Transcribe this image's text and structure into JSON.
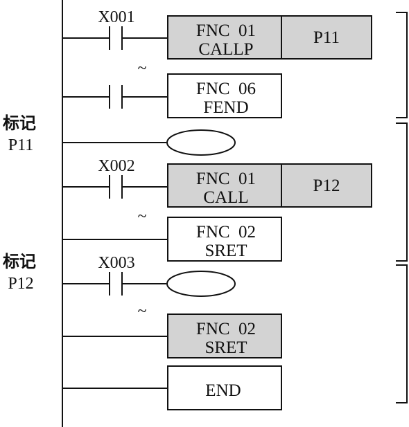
{
  "colors": {
    "line": "#111111",
    "shaded_fill": "#d3d3d3",
    "plain_fill": "#ffffff"
  },
  "labels": {
    "mark_p11": "标记",
    "p11": "P11",
    "mark_p12": "标记",
    "p12": "P12"
  },
  "contacts": {
    "x001": "X001",
    "x002": "X002",
    "x003": "X003"
  },
  "instructions": {
    "callp_fnc": "FNC  01",
    "callp_name": "CALLP",
    "callp_operand": "P11",
    "fend_fnc": "FNC  06",
    "fend_name": "FEND",
    "call_fnc": "FNC  01",
    "call_name": "CALL",
    "call_operand": "P12",
    "sret1_fnc": "FNC  02",
    "sret1_name": "SRET",
    "sret2_fnc": "FNC  02",
    "sret2_name": "SRET",
    "end_name": "END"
  },
  "gap_marks": {
    "gap1": "~",
    "gap2": "~",
    "gap3": "~"
  }
}
